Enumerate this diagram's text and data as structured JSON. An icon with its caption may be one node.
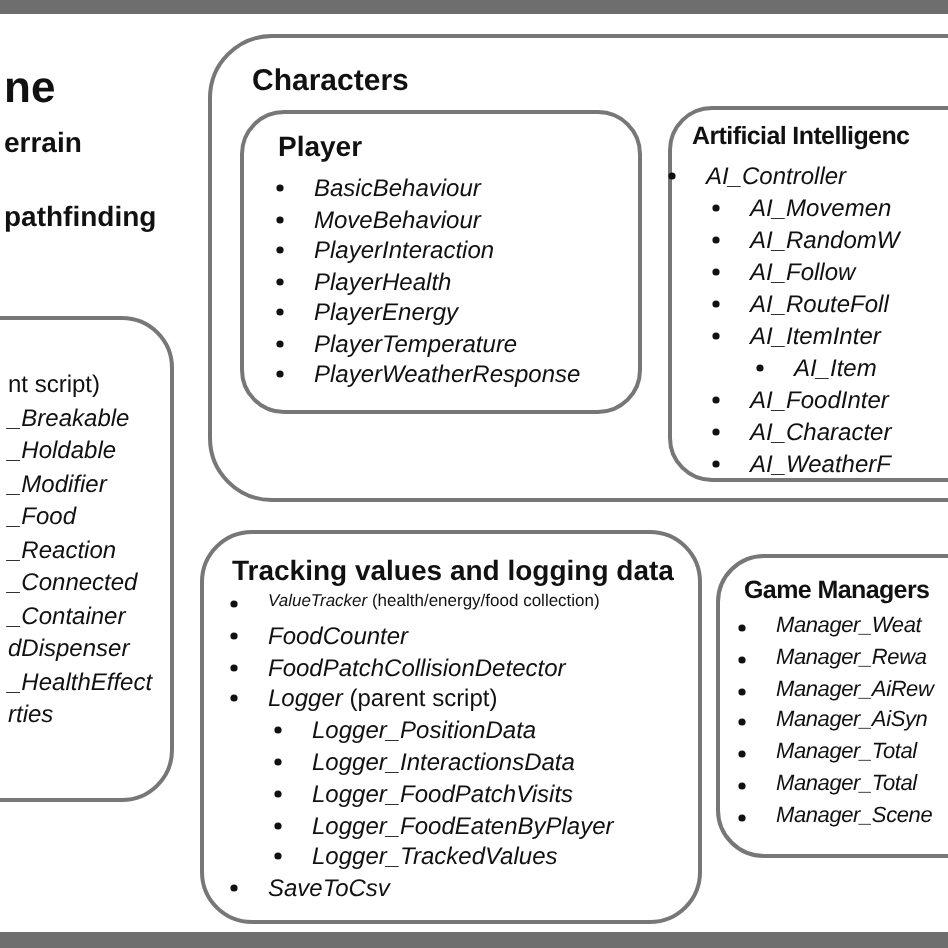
{
  "diagram": {
    "nodes": [
      {
        "text": [
          "Characters"
        ]
      },
      {
        "text": [
          "Player",
          "BasicBehaviour",
          "MoveBehaviour",
          "PlayerInteraction",
          "PlayerHealth",
          "PlayerEnergy",
          "PlayerTemperature",
          "PlayerWeatherResponse"
        ],
        "in": 0
      },
      {
        "text": [
          "Artificial Intelligenc",
          "AI_Controller",
          "AI_Movemen",
          "AI_RandomW",
          "AI_Follow",
          "AI_RouteFoll",
          "AI_ItemInter",
          "AI_Item",
          "AI_FoodInter",
          "AI_Character",
          "AI_WeatherF"
        ],
        "in": 0
      },
      {
        "text": [
          "nt script)",
          "_Breakable",
          "_Holdable",
          "_Modifier",
          "_Food",
          "_Reaction",
          "_Connected",
          "_Container",
          "dDispenser",
          "_HealthEffect",
          "rties"
        ]
      },
      {
        "text": [
          "Tracking values and logging data",
          "*ValueTracker* (health/energy/food collection)",
          "FoodCounter",
          "FoodPatchCollisionDetector",
          "*Logger* (parent script)",
          "Logger_PositionData",
          "Logger_InteractionsData",
          "Logger_FoodPatchVisits",
          "Logger_FoodEatenByPlayer",
          "Logger_TrackedValues",
          "SaveToCsv"
        ]
      },
      {
        "text": [
          "Game Managers",
          "Manager_Weat",
          "Manager_Rewa",
          "Manager_AiRew",
          "Manager_AiSyn",
          "Manager_Total",
          "Manager_Total",
          "Manager_Scene"
        ]
      }
    ],
    "labels": [
      "ne",
      "errain",
      "pathfinding"
    ]
  }
}
